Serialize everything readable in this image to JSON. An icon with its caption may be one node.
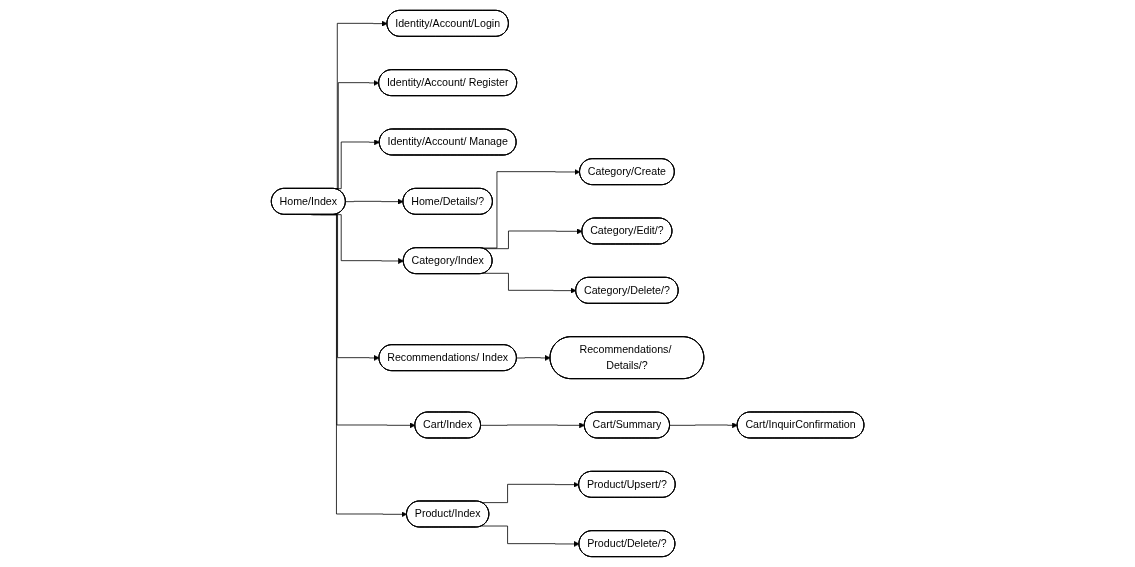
{
  "diagram": {
    "nodes": [
      {
        "text": [
          "Identity/Account/Login"
        ]
      },
      {
        "text": [
          "Identity/Account/ Register"
        ]
      },
      {
        "text": [
          "Identity/Account/ Manage"
        ]
      },
      {
        "text": [
          "Home/Details/?"
        ]
      },
      {
        "text": [
          "Home/Index"
        ]
      },
      {
        "text": [
          "Category/Index"
        ]
      },
      {
        "text": [
          "Category/Create"
        ]
      },
      {
        "text": [
          "Category/Edit/?"
        ]
      },
      {
        "text": [
          "Category/Delete/?"
        ]
      },
      {
        "text": [
          "Recommendations/ Index"
        ]
      },
      {
        "text": [
          "Cart/Index"
        ]
      },
      {
        "text": [
          "Recommendations/ Details/?"
        ]
      },
      {
        "text": [
          "Cart/Summary"
        ]
      },
      {
        "text": [
          "Cart/InquirConfirmation"
        ]
      },
      {
        "text": [
          "Product/Index"
        ]
      },
      {
        "text": [
          "Product/Upsert/?"
        ]
      },
      {
        "text": [
          "Product/Delete/?"
        ]
      }
    ],
    "edges": [
      {
        "from": 4,
        "to": 0,
        "arrow": "to"
      },
      {
        "from": 4,
        "to": 1,
        "arrow": "to"
      },
      {
        "from": 4,
        "to": 2,
        "arrow": "to"
      },
      {
        "from": 4,
        "to": 3,
        "arrow": "to"
      },
      {
        "from": 4,
        "to": 5,
        "arrow": "to"
      },
      {
        "from": 4,
        "to": 14,
        "arrow": "to"
      },
      {
        "from": 4,
        "to": 9,
        "arrow": "to"
      },
      {
        "from": 4,
        "to": 10,
        "arrow": "to"
      },
      {
        "from": 9,
        "to": 11,
        "arrow": "to"
      },
      {
        "from": 10,
        "to": 12,
        "arrow": "to"
      },
      {
        "from": 12,
        "to": 13,
        "arrow": "to"
      },
      {
        "from": 5,
        "to": 6,
        "arrow": "to"
      },
      {
        "from": 5,
        "to": 7,
        "arrow": "to"
      },
      {
        "from": 5,
        "to": 8,
        "arrow": "to"
      },
      {
        "from": 14,
        "to": 15,
        "arrow": "to"
      },
      {
        "from": 14,
        "to": 16,
        "arrow": "to"
      }
    ]
  }
}
